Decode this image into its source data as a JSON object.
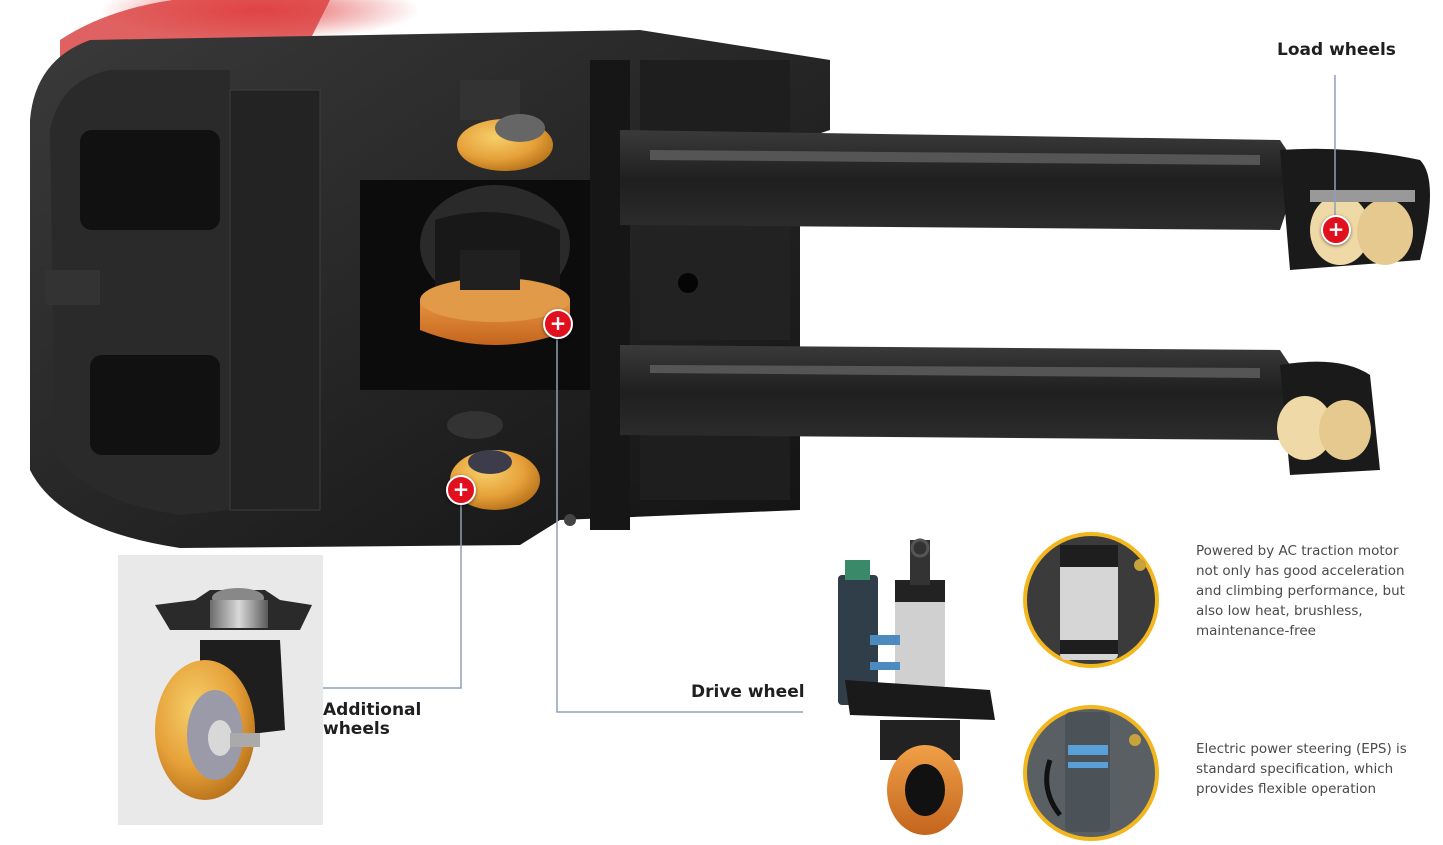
{
  "labels": {
    "load_wheels": "Load wheels",
    "drive_wheel": "Drive wheel",
    "additional_wheels_line1": "Additional",
    "additional_wheels_line2": "wheels"
  },
  "descriptions": {
    "ac_motor": [
      "Powered by AC traction motor",
      "not only has good acceleration",
      "and climbing performance, but",
      "also low heat, brushless,",
      "maintenance-free"
    ],
    "eps": [
      "Electric power steering (EPS) is",
      "standard specification, which",
      "provides flexible operation"
    ]
  },
  "hotspot_symbol": "+",
  "colors": {
    "hotspot": "#e0101e",
    "leader_line": "#8fa0b8",
    "circle_border": "#f2b61f",
    "wheel_poly": "#e8a23a",
    "chassis": "#1c1c1c"
  }
}
